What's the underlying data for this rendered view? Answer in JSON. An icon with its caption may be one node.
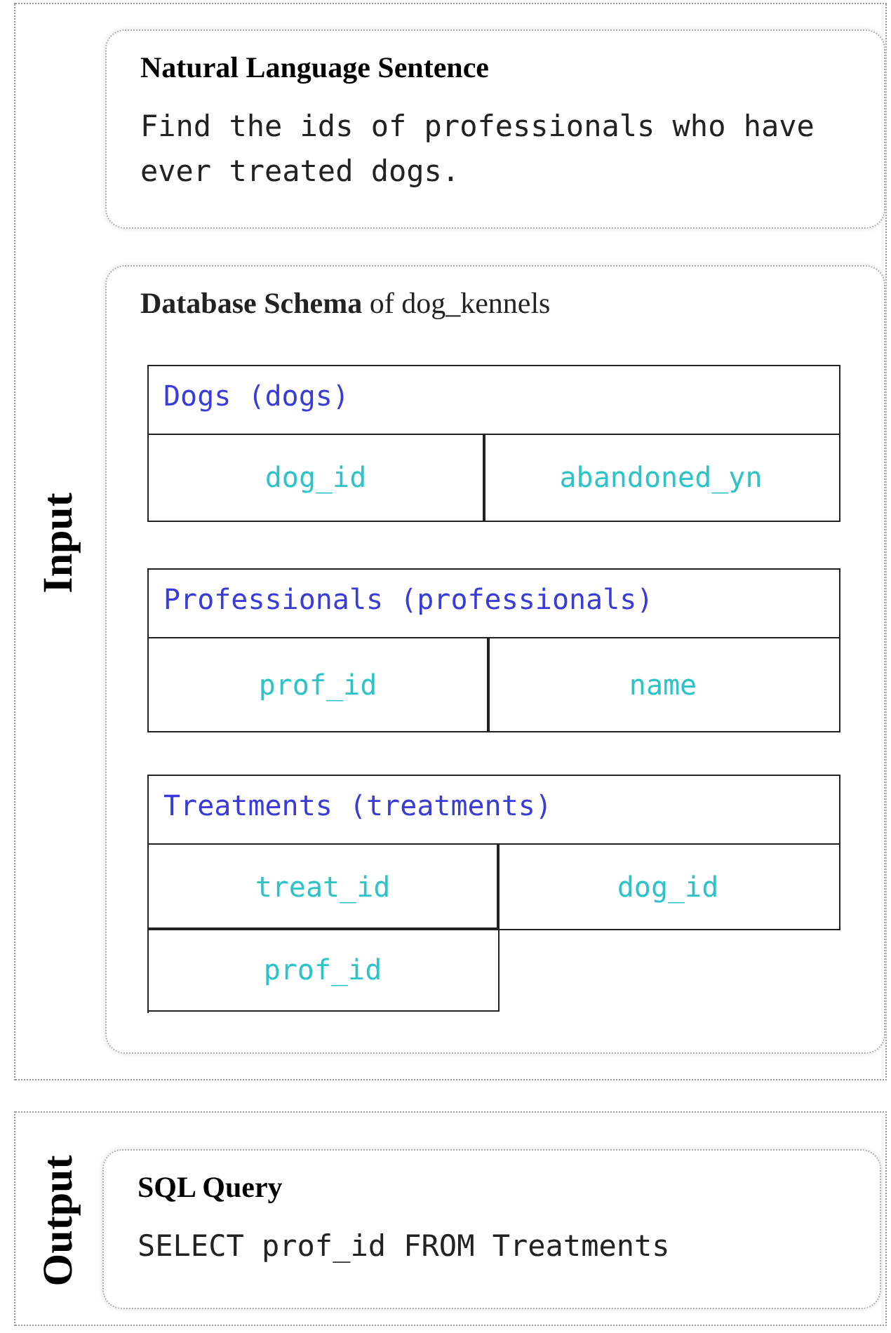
{
  "diagram": {
    "nodes": [
      {
        "text": [
          "Input"
        ]
      },
      {
        "text": [
          "Natural Language Sentence",
          "Find the ids of professionals who have ever treated dogs."
        ],
        "in": 0
      },
      {
        "text": [
          "**Database Schema** of dog_kennels"
        ],
        "in": 0
      },
      {
        "text": [
          "Dogs (dogs)"
        ],
        "in": 2
      },
      {
        "text": [
          "dog_id"
        ],
        "in": 3
      },
      {
        "text": [
          "abandoned_yn"
        ],
        "in": 3
      },
      {
        "text": [
          "Professionals (professionals)"
        ],
        "in": 2
      },
      {
        "text": [
          "prof_id"
        ],
        "in": 6
      },
      {
        "text": [
          "name"
        ],
        "in": 6
      },
      {
        "text": [
          "Treatments (treatments)"
        ],
        "in": 2
      },
      {
        "text": [
          "treat_id"
        ],
        "in": 9
      },
      {
        "text": [
          "dog_id"
        ],
        "in": 9
      },
      {
        "text": [
          "prof_id"
        ],
        "in": 9
      },
      {
        "text": [
          "Output"
        ]
      },
      {
        "text": [
          "SQL Query",
          "SELECT prof_id FROM Treatments"
        ],
        "in": 13
      }
    ]
  }
}
